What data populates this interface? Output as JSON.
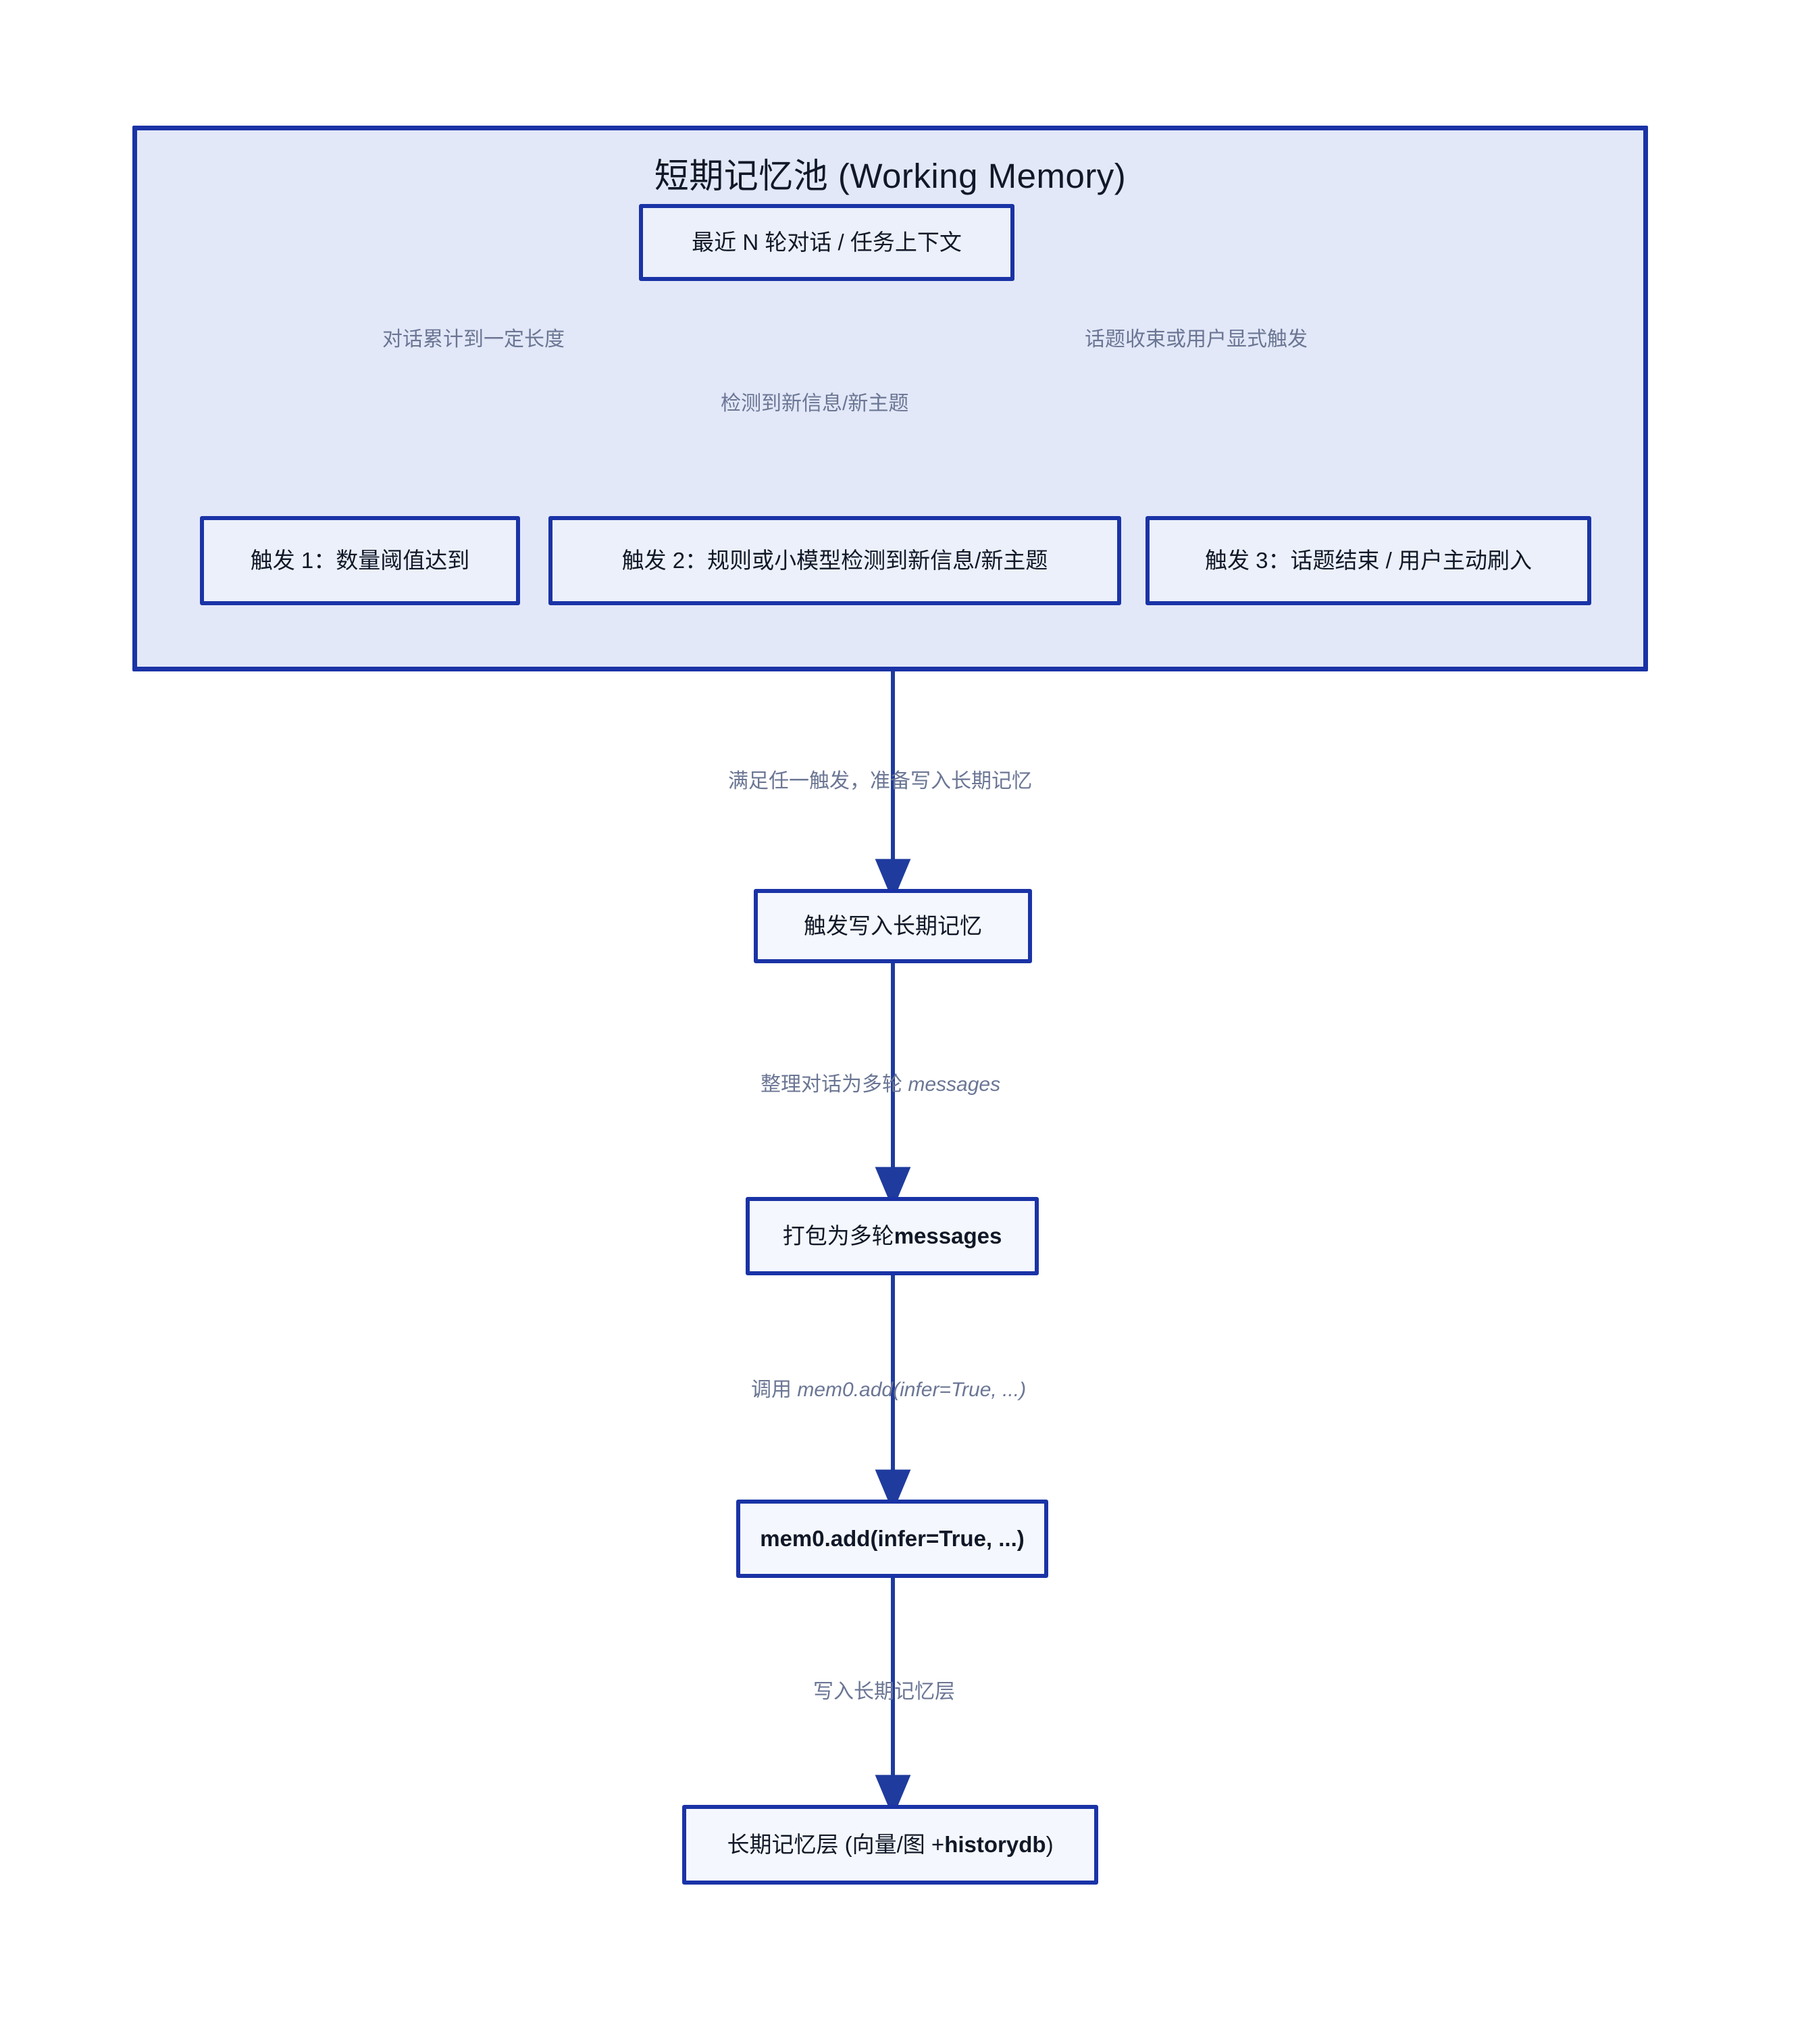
{
  "diagram": {
    "type": "flowchart",
    "direction": "top-to-bottom",
    "colors": {
      "subgraph_fill": "#e2e8f8",
      "subgraph_border": "#1a33a6",
      "node_fill": "#ebf0fa",
      "node_border": "#1a33a6",
      "edge_stroke": "#1f3b9e",
      "edge_label_text": "#6b7694",
      "node_text": "#111827",
      "page_background": "#ffffff"
    },
    "subgraph": {
      "title_cn": "短期记忆池",
      "title_en": "(Working Memory)",
      "title_full": "短期记忆池 (Working Memory)"
    },
    "nodes": [
      {
        "id": "context",
        "label": "最近 N 轮对话 / 任务上下文"
      },
      {
        "id": "trigger1",
        "label": "触发 1：数量阈值达到"
      },
      {
        "id": "trigger2",
        "label": "触发 2：规则或小模型检测到新信息/新主题"
      },
      {
        "id": "trigger3",
        "label": "触发 3：话题结束 / 用户主动刷入"
      },
      {
        "id": "trigger-write",
        "label": "触发写入长期记忆"
      },
      {
        "id": "pack",
        "label_prefix": "打包为多轮 ",
        "label_strong": "messages"
      },
      {
        "id": "mem0add",
        "label": "mem0.add(infer=True, ...)"
      },
      {
        "id": "longterm",
        "label_prefix": "长期记忆层 (向量/图 + ",
        "label_strong": "historydb",
        "label_suffix": ")"
      }
    ],
    "edges": [
      {
        "from": "context",
        "to": "trigger1",
        "label": "对话累计到一定长度"
      },
      {
        "from": "context",
        "to": "trigger2",
        "label": "检测到新信息/新主题"
      },
      {
        "from": "context",
        "to": "trigger3",
        "label": "话题收束或用户显式触发"
      },
      {
        "from": "subgraph",
        "to": "trigger-write",
        "label": "满足任一触发，准备写入长期记忆"
      },
      {
        "from": "trigger-write",
        "to": "pack",
        "label_prefix": "整理对话为多轮 ",
        "label_em": "messages"
      },
      {
        "from": "pack",
        "to": "mem0add",
        "label_prefix": "调用 ",
        "label_em": "mem0.add(infer=True, ...)"
      },
      {
        "from": "mem0add",
        "to": "longterm",
        "label": "写入长期记忆层"
      }
    ]
  }
}
